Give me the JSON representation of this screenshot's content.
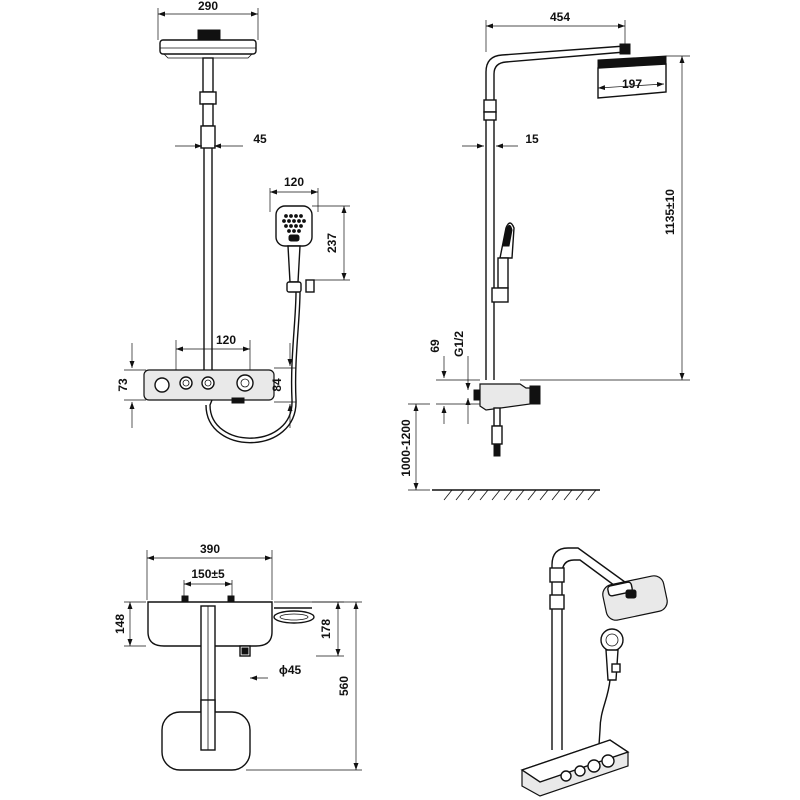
{
  "dimensions": {
    "front_head_width": "290",
    "front_pipe_offset": "45",
    "front_handset_width": "120",
    "front_handset_height": "237",
    "front_knob_spacing": "120",
    "front_panel_left_height": "73",
    "front_panel_right_height": "84",
    "side_arm_reach": "454",
    "side_head_depth": "197",
    "side_pipe_gap": "15",
    "side_total_height": "1135±10",
    "side_inlet_height": "69",
    "side_thread": "G1/2",
    "side_mount_height": "1000-1200",
    "top_total_width": "390",
    "top_inlet_spacing": "150±5",
    "top_panel_depth": "148",
    "top_wall_depth": "178",
    "top_pipe_diameter": "ϕ45",
    "top_head_reach": "560"
  }
}
